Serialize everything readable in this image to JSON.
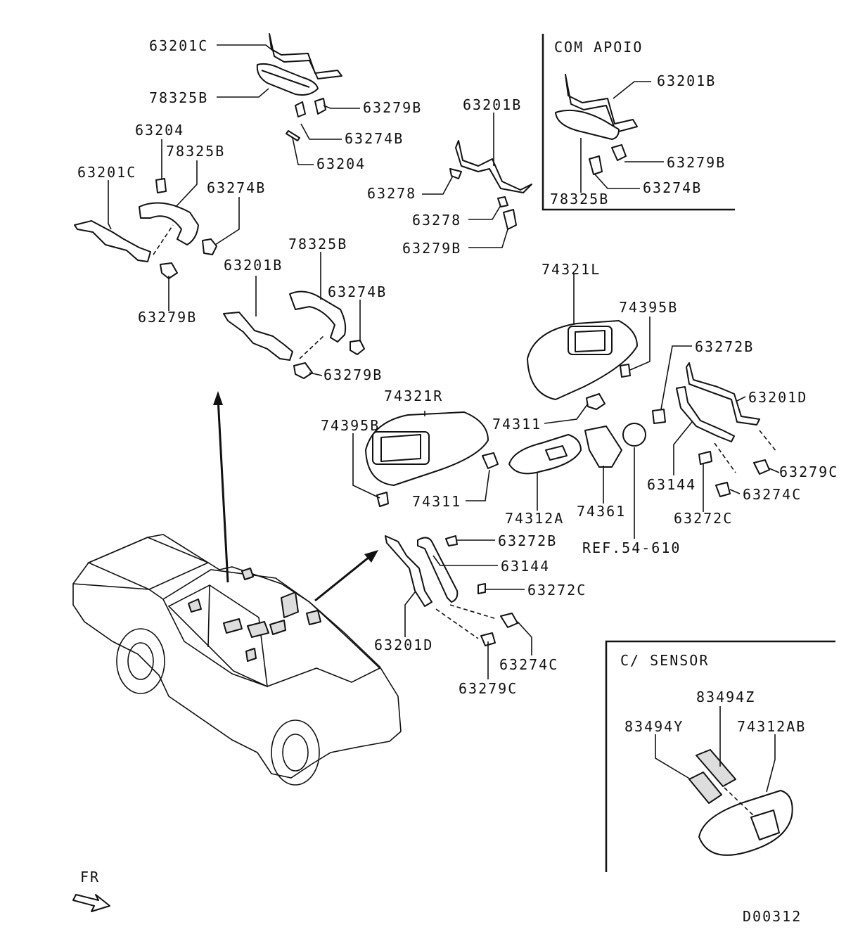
{
  "diagram": {
    "figure_code": "D00312",
    "direction_marker": "FR",
    "inset_com_apoio": {
      "title": "COM APOIO",
      "labels": [
        "63201B",
        "63279B",
        "63274B",
        "78325B"
      ]
    },
    "inset_c_sensor": {
      "title": "C/ SENSOR",
      "labels": [
        "83494Z",
        "83494Y",
        "74312AB"
      ]
    },
    "labels": {
      "l_63201C_a": "63201C",
      "l_78325B_a": "78325B",
      "l_63279B_a": "63279B",
      "l_63274B_a": "63274B",
      "l_63204_a": "63204",
      "l_63204_b": "63204",
      "l_78325B_b": "78325B",
      "l_63201C_b": "63201C",
      "l_63274B_b": "63274B",
      "l_63279B_b": "63279B",
      "l_78325B_c": "78325B",
      "l_63201B_a": "63201B",
      "l_63274B_c": "63274B",
      "l_63279B_c": "63279B",
      "l_63201B_b": "63201B",
      "l_63278_a": "63278",
      "l_63278_b": "63278",
      "l_63279B_d": "63279B",
      "l_74321L": "74321L",
      "l_74395B_a": "74395B",
      "l_63272B_a": "63272B",
      "l_63201D_a": "63201D",
      "l_74321R": "74321R",
      "l_74395B_b": "74395B",
      "l_74311_a": "74311",
      "l_74311_b": "74311",
      "l_74312A": "74312A",
      "l_74361": "74361",
      "l_63144_a": "63144",
      "l_63279C_a": "63279C",
      "l_63274C_a": "63274C",
      "l_63272C_a": "63272C",
      "l_ref": "REF.54-610",
      "l_63272B_b": "63272B",
      "l_63144_b": "63144",
      "l_63272C_b": "63272C",
      "l_63201D_b": "63201D",
      "l_63274C_b": "63274C",
      "l_63279C_b": "63279C"
    }
  }
}
